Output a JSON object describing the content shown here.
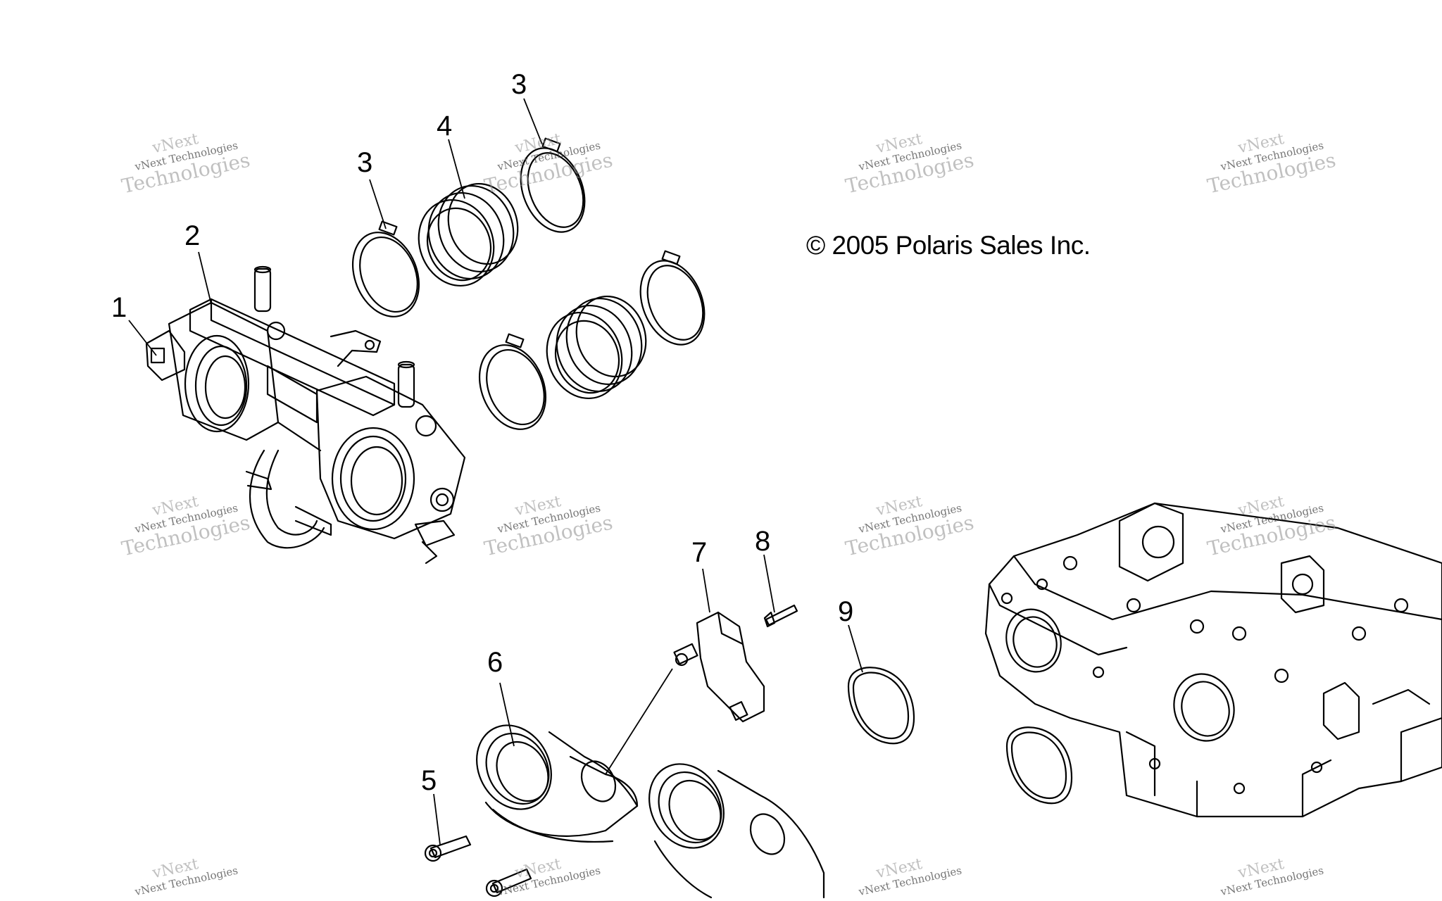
{
  "copyright": "© 2005 Polaris Sales Inc.",
  "watermark": {
    "line1": "vNext",
    "line2": "vNext Technologies",
    "line3": "Technologies"
  },
  "callouts": {
    "c1": "1",
    "c2": "2",
    "c3a": "3",
    "c3b": "3",
    "c4": "4",
    "c5": "5",
    "c6": "6",
    "c7": "7",
    "c8": "8",
    "c9": "9"
  }
}
